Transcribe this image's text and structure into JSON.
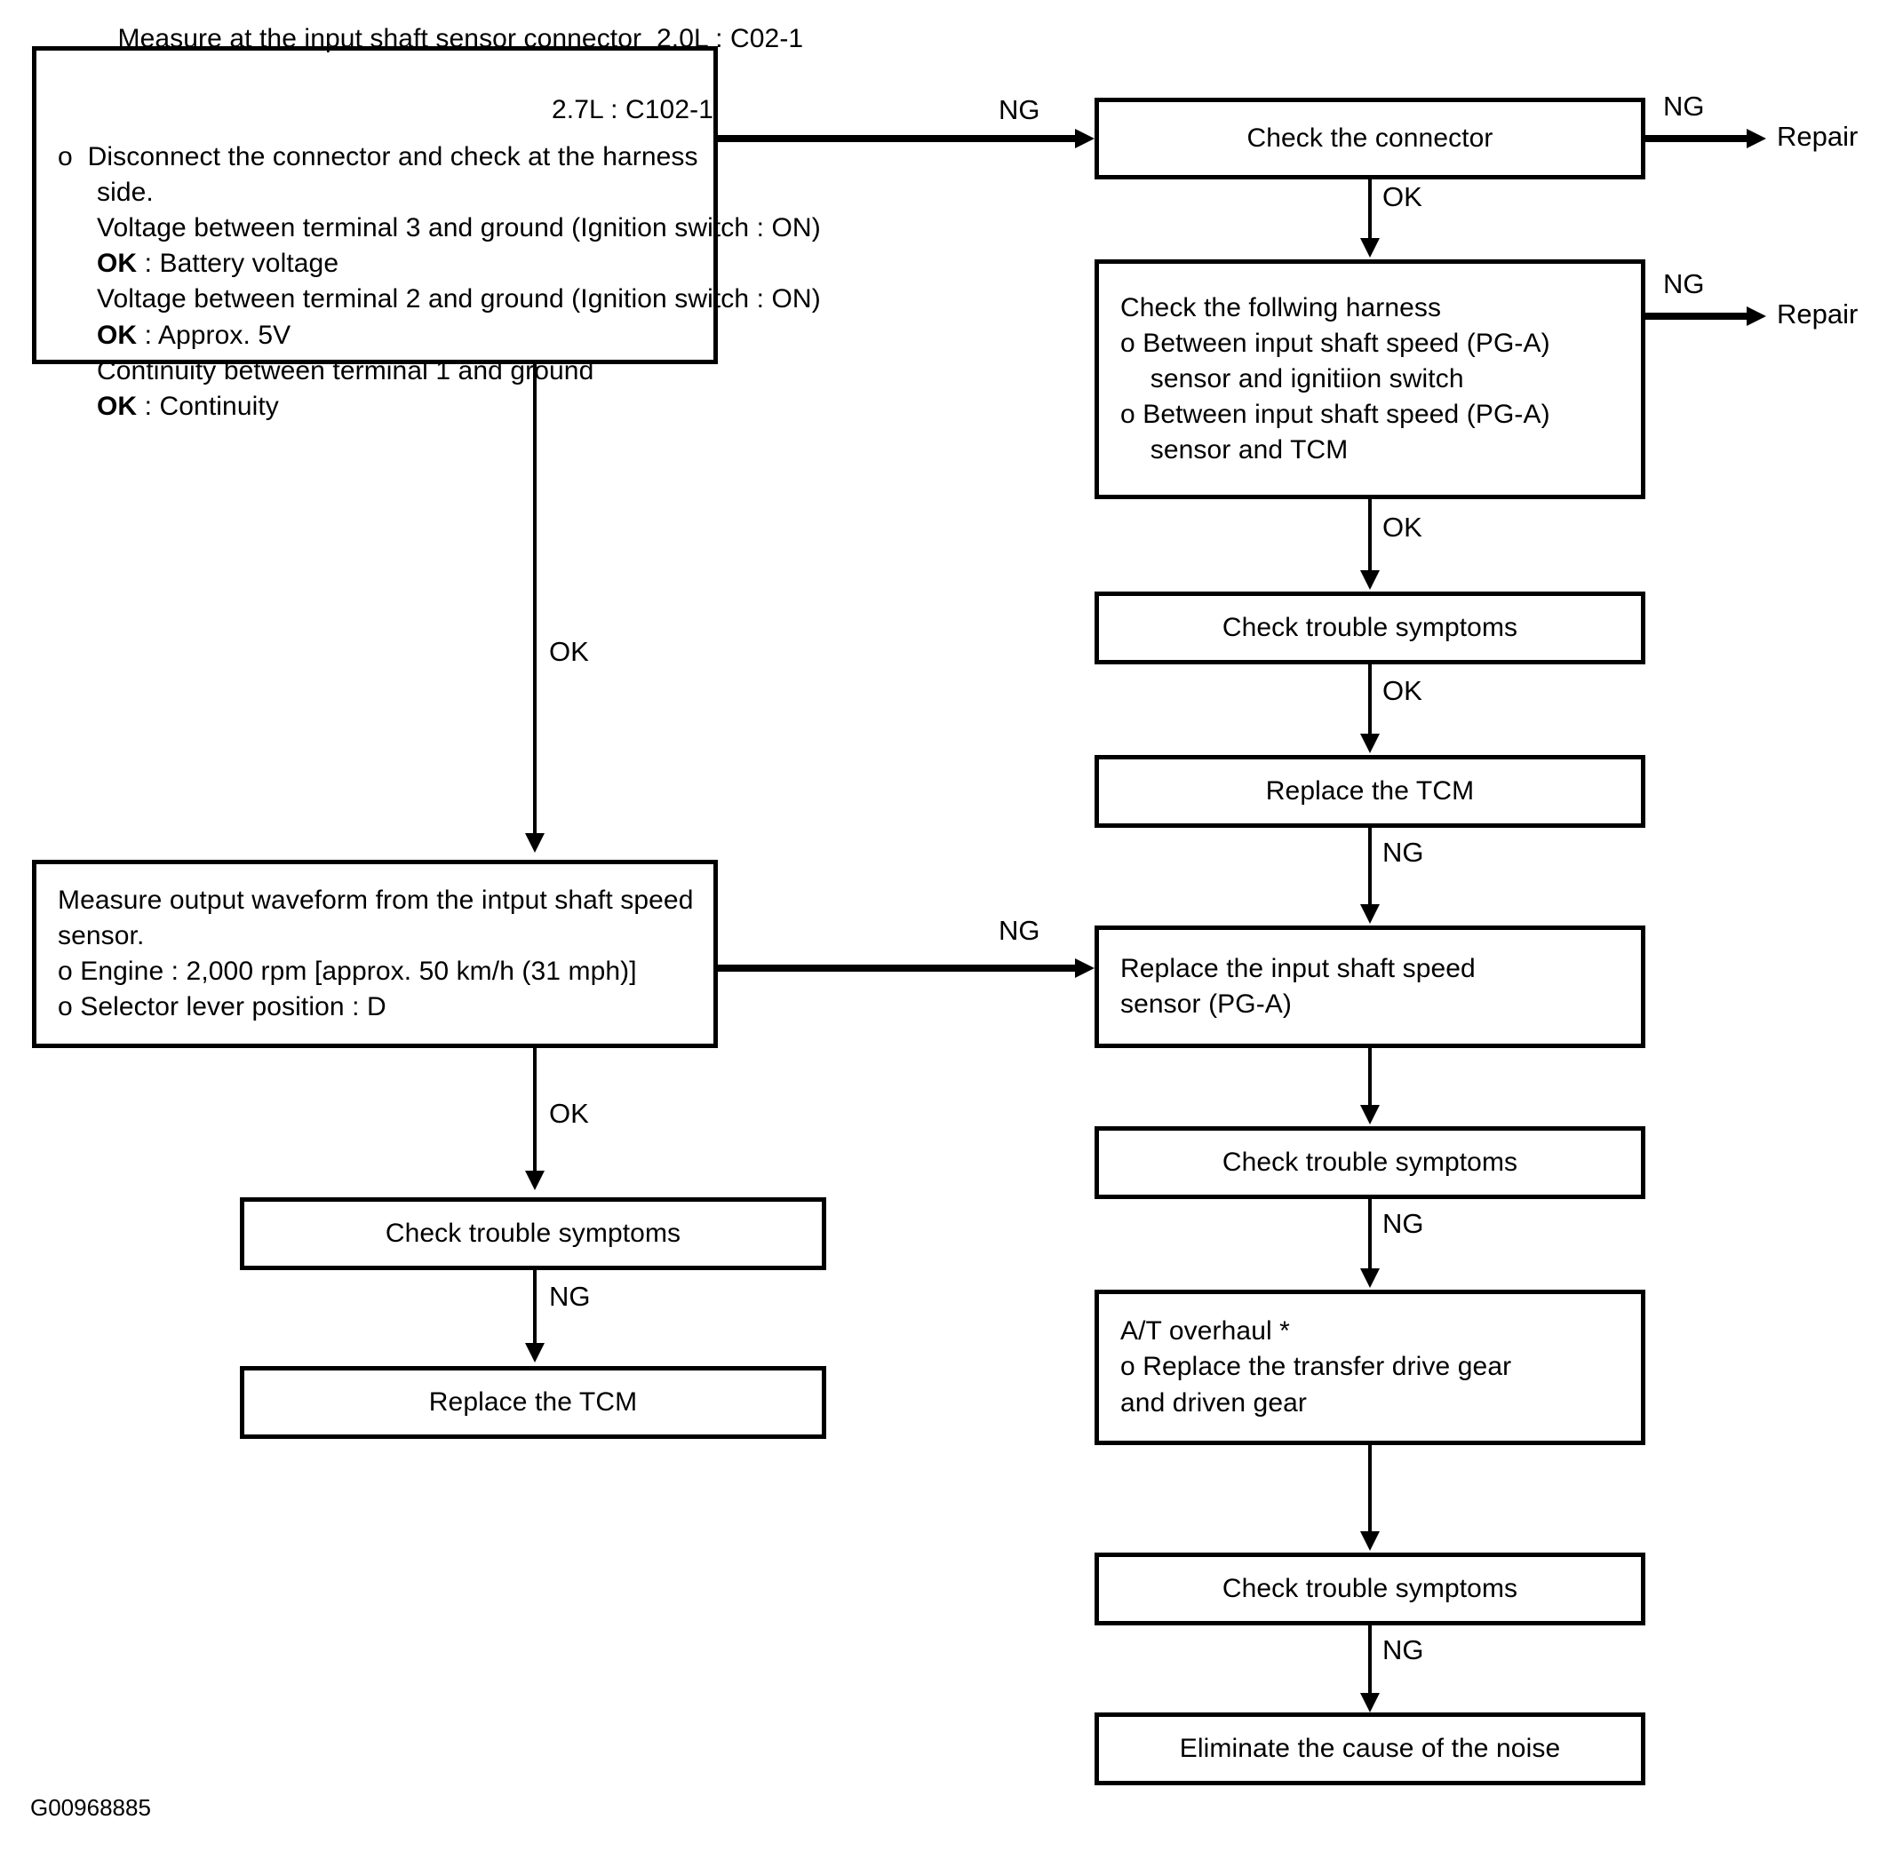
{
  "diagram": {
    "figure_id": "G00968885",
    "boxes": {
      "measure_connector": {
        "title": "Measure at the input shaft sensor connector",
        "variant_1": "2.0L : C02-1",
        "variant_2": "2.7L : C102-1",
        "bullet_1": "o  Disconnect the connector and check at the harness",
        "bullet_1_cont": "side.",
        "line_v3": "Voltage between terminal 3 and ground (Ignition switch : ON)",
        "ok_1_label": "OK",
        "ok_1_value": " : Battery voltage",
        "line_v2": "Voltage between terminal 2 and ground (Ignition switch : ON)",
        "ok_2_label": "OK",
        "ok_2_value": " : Approx. 5V",
        "line_cont": "Continuity between terminal 1 and ground",
        "ok_3_label": "OK",
        "ok_3_value": " : Continuity"
      },
      "check_connector": {
        "line_1": "Check the connector"
      },
      "check_harness": {
        "line_1": "Check the follwing harness",
        "line_2": "o Between input shaft speed (PG-A)",
        "line_3": "    sensor and ignitiion switch",
        "line_4": "o Between input shaft speed (PG-A)",
        "line_5": "    sensor and TCM"
      },
      "check_symptoms_right_1": {
        "line_1": "Check trouble symptoms"
      },
      "replace_tcm_right": {
        "line_1": "Replace the TCM"
      },
      "measure_waveform": {
        "line_1": "Measure output waveform from the intput shaft speed",
        "line_2": "sensor.",
        "line_3": "o Engine : 2,000 rpm [approx. 50 km/h (31 mph)]",
        "line_4": "o Selector lever position : D"
      },
      "check_symptoms_left": {
        "line_1": "Check trouble symptoms"
      },
      "replace_tcm_left": {
        "line_1": "Replace the TCM"
      },
      "replace_sensor": {
        "line_1": "Replace the input shaft speed",
        "line_2": "sensor (PG-A)"
      },
      "check_symptoms_right_2": {
        "line_1": "Check trouble symptoms"
      },
      "at_overhaul": {
        "line_1": "A/T overhaul *",
        "line_2": "o Replace the transfer drive gear",
        "line_3": "and driven gear"
      },
      "check_symptoms_right_3": {
        "line_1": "Check trouble symptoms"
      },
      "eliminate_noise": {
        "line_1": "Eliminate the cause of the noise"
      }
    },
    "terminals": {
      "repair_1": "Repair",
      "repair_2": "Repair"
    },
    "edge_labels": {
      "ng_measure_to_connector": "NG",
      "ng_connector_to_repair": "NG",
      "ok_connector_to_harness": "OK",
      "ng_harness_to_repair": "NG",
      "ok_harness_to_symptoms": "OK",
      "ok_symptoms_to_tcm": "OK",
      "ng_tcm_to_sensor": "NG",
      "ok_measure_to_waveform": "OK",
      "ng_waveform_to_sensor": "NG",
      "ok_waveform_to_symptoms": "OK",
      "ng_symptoms_to_tcm_left": "NG",
      "ng_symptoms_to_overhaul": "NG",
      "ng_symptoms_to_noise": "NG"
    },
    "colors": {
      "stroke": "#000000",
      "background": "#ffffff",
      "text": "#000000"
    }
  }
}
